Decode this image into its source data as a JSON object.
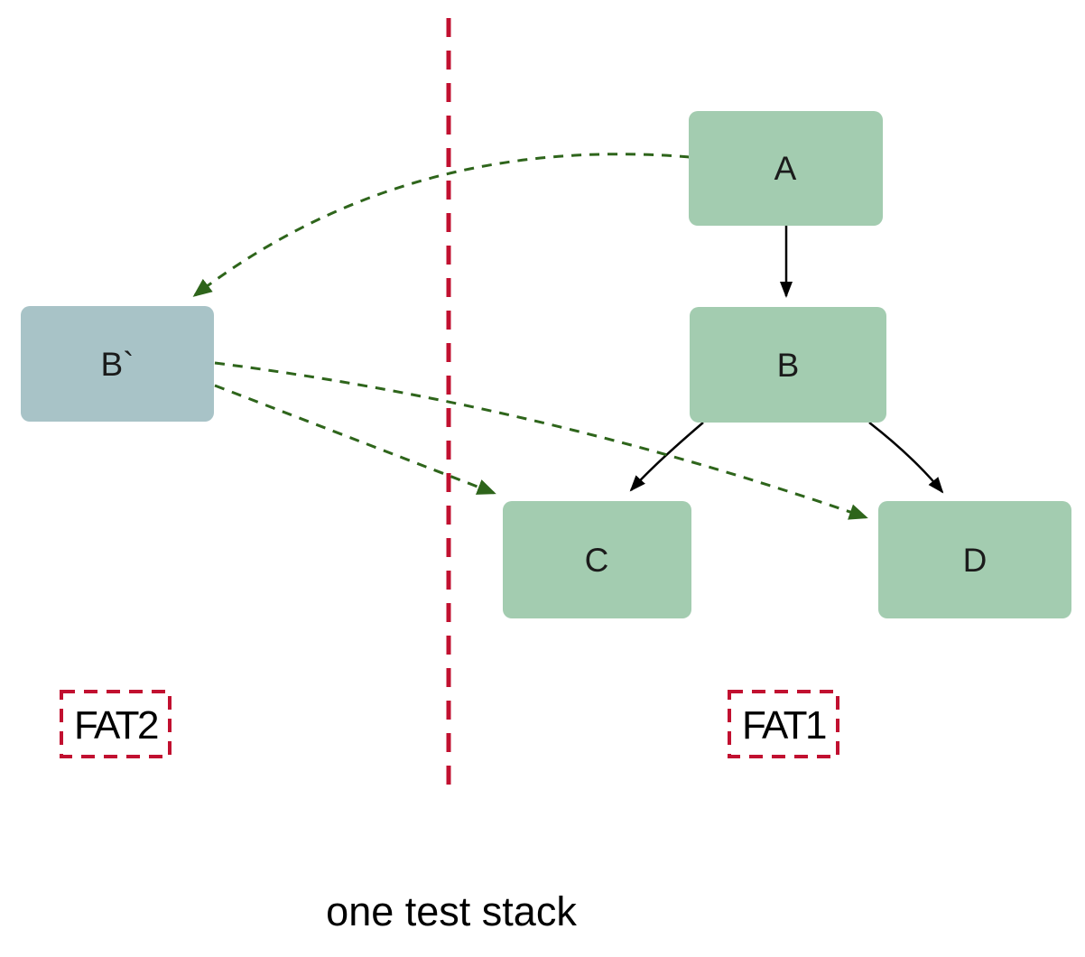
{
  "diagram": {
    "caption": "one test stack",
    "colors": {
      "node_fill_green": "#A3CCB0",
      "node_fill_blue": "#A8C3C7",
      "divider_red": "#C11030",
      "dashed_arrow_green": "#2E651B",
      "solid_arrow_black": "#000000",
      "label_text": "#1B1B1B"
    },
    "nodes": {
      "a": {
        "label": "A"
      },
      "b": {
        "label": "B"
      },
      "b_prime": {
        "label": "B`"
      },
      "c": {
        "label": "C"
      },
      "d": {
        "label": "D"
      }
    },
    "regions": {
      "fat2": {
        "label": "FAT2"
      },
      "fat1": {
        "label": "FAT1"
      }
    },
    "edges": [
      {
        "from": "A",
        "to": "B",
        "style": "solid-black"
      },
      {
        "from": "B",
        "to": "C",
        "style": "solid-black"
      },
      {
        "from": "B",
        "to": "D",
        "style": "solid-black"
      },
      {
        "from": "A",
        "to": "B`",
        "style": "dashed-green"
      },
      {
        "from": "B`",
        "to": "C",
        "style": "dashed-green"
      },
      {
        "from": "B`",
        "to": "D",
        "style": "dashed-green"
      }
    ]
  }
}
